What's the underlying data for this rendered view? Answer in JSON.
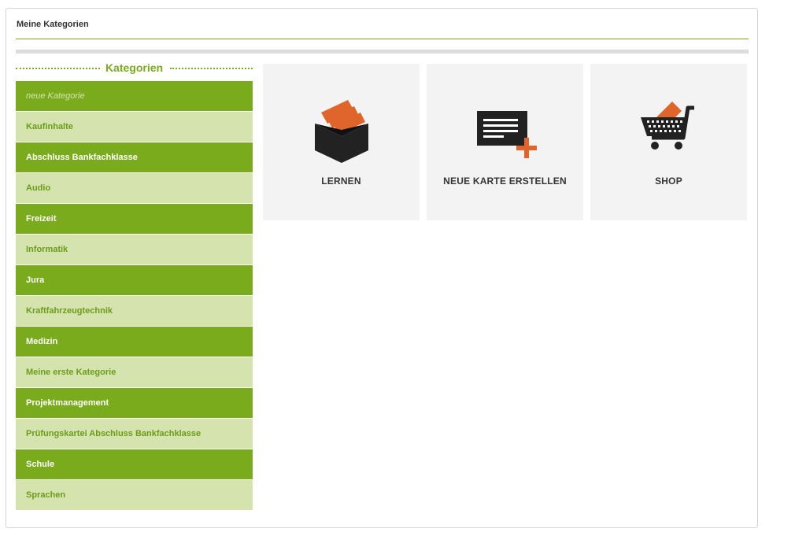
{
  "panel": {
    "title": "Meine Kategorien"
  },
  "sidebar": {
    "title": "Kategorien",
    "new_placeholder": "neue Kategorie",
    "items": [
      {
        "label": "Kaufinhalte"
      },
      {
        "label": "Abschluss Bankfachklasse"
      },
      {
        "label": "Audio"
      },
      {
        "label": "Freizeit"
      },
      {
        "label": "Informatik"
      },
      {
        "label": "Jura"
      },
      {
        "label": "Kraftfahrzeugtechnik"
      },
      {
        "label": "Medizin"
      },
      {
        "label": "Meine erste Kategorie"
      },
      {
        "label": "Projektmanagement"
      },
      {
        "label": "Prüfungskartei Abschluss Bankfachklasse"
      },
      {
        "label": "Schule"
      },
      {
        "label": "Sprachen"
      }
    ]
  },
  "tiles": [
    {
      "label": "LERNEN",
      "icon": "card-box-icon"
    },
    {
      "label": "NEUE KARTE ERSTELLEN",
      "icon": "new-card-icon"
    },
    {
      "label": "SHOP",
      "icon": "shopping-cart-icon"
    }
  ],
  "colors": {
    "accent_green": "#7aab1c",
    "light_green": "#d5e3ae",
    "icon_orange": "#e0652a",
    "icon_dark": "#222222",
    "tile_bg": "#f3f3f3"
  }
}
